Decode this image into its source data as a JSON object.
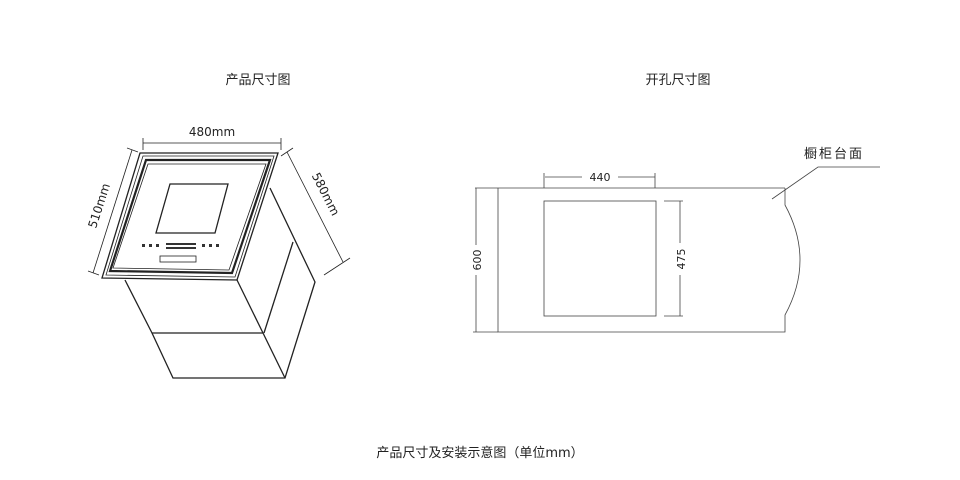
{
  "product": {
    "title": "产品尺寸图",
    "width_label": "480mm",
    "depth_label": "510mm",
    "height_label": "580mm"
  },
  "cutout": {
    "title": "开孔尺寸图",
    "hole_width_label": "440",
    "hole_depth_label": "475",
    "counter_depth_label": "600",
    "counter_label": "橱柜台面"
  },
  "caption": "产品尺寸及安装示意图（单位mm）"
}
